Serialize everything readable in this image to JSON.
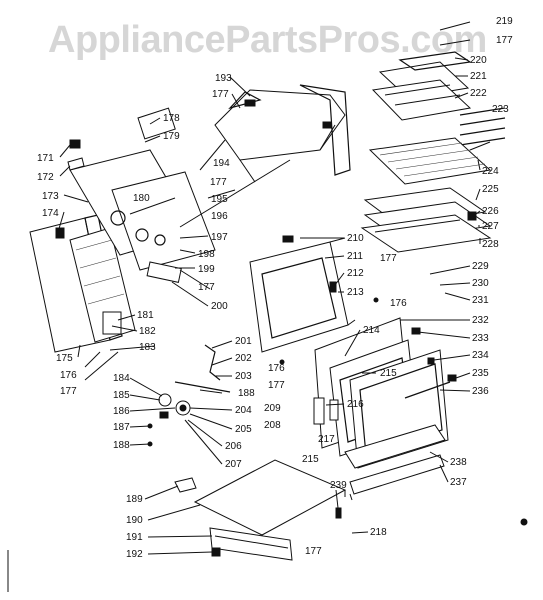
{
  "watermark": "AppliancePartsPros.com",
  "callouts": [
    "171",
    "172",
    "173",
    "174",
    "175",
    "176",
    "177",
    "178",
    "179",
    "180",
    "181",
    "182",
    "183",
    "184",
    "185",
    "186",
    "187",
    "188",
    "189",
    "190",
    "191",
    "192",
    "193",
    "194",
    "195",
    "196",
    "197",
    "198",
    "199",
    "200",
    "201",
    "202",
    "203",
    "204",
    "205",
    "206",
    "207",
    "208",
    "209",
    "210",
    "211",
    "212",
    "213",
    "214",
    "215",
    "216",
    "217",
    "218",
    "219",
    "220",
    "221",
    "222",
    "223",
    "224",
    "225",
    "226",
    "227",
    "228",
    "229",
    "230",
    "231",
    "232",
    "233",
    "234",
    "235",
    "236",
    "237",
    "238",
    "239"
  ]
}
